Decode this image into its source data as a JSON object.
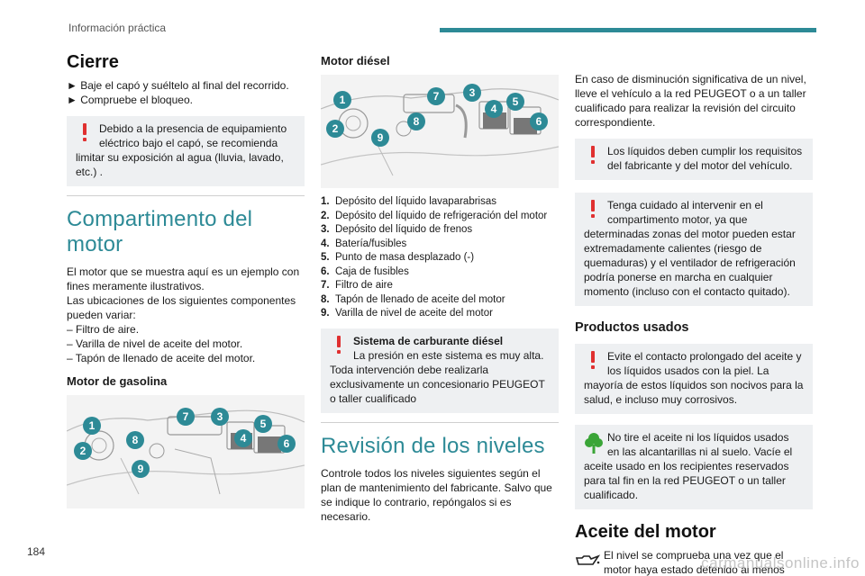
{
  "header": {
    "title": "Información práctica"
  },
  "page_number": "184",
  "watermark": "carmanualsonline.info",
  "col1": {
    "heading": "Cierre",
    "bullets": [
      "► Baje el capó y suéltelo al final del recorrido.",
      "► Compruebe el bloqueo."
    ],
    "warning": {
      "line1": "Debido a la presencia de equipamiento",
      "rest": "eléctrico bajo el capó, se recomienda limitar su exposición al agua (lluvia, lavado, etc.) ."
    },
    "section_title": "Compartimento del motor",
    "intro": [
      "El motor que se muestra aquí es un ejemplo con fines meramente ilustrativos.",
      "Las ubicaciones de los siguientes componentes pueden variar:",
      "– Filtro de aire.",
      "– Varilla de nivel de aceite del motor.",
      "– Tapón de llenado de aceite del motor."
    ],
    "subheading": "Motor de gasolina"
  },
  "col2": {
    "subheading": "Motor diésel",
    "legend": [
      {
        "n": "1.",
        "text": "Depósito del líquido lavaparabrisas"
      },
      {
        "n": "2.",
        "text": "Depósito del líquido de refrigeración del motor"
      },
      {
        "n": "3.",
        "text": "Depósito del líquido de frenos"
      },
      {
        "n": "4.",
        "text": "Batería/fusibles"
      },
      {
        "n": "5.",
        "text": "Punto de masa desplazado (-)"
      },
      {
        "n": "6.",
        "text": "Caja de fusibles"
      },
      {
        "n": "7.",
        "text": "Filtro de aire"
      },
      {
        "n": "8.",
        "text": "Tapón de llenado de aceite del motor"
      },
      {
        "n": "9.",
        "text": "Varilla de nivel de aceite del motor"
      }
    ],
    "warning": {
      "title": "Sistema de carburante diésel",
      "line1": "La presión en este sistema es muy alta.",
      "rest": "Toda intervención debe realizarla exclusivamente un concesionario PEUGEOT o taller cualificado"
    },
    "section_title": "Revisión de los niveles",
    "body": "Controle todos los niveles siguientes según el plan de mantenimiento del fabricante. Salvo que se indique lo contrario, repóngalos si es necesario."
  },
  "col3": {
    "intro": "En caso de disminución significativa de un nivel, lleve el vehículo a la red PEUGEOT o a un taller cualificado para realizar la revisión del circuito correspondiente.",
    "warning1": "Los líquidos deben cumplir los requisitos del fabricante y del motor del vehículo.",
    "warning2": {
      "line1": "Tenga cuidado al intervenir en el",
      "rest": "compartimento motor, ya que determinadas zonas del motor pueden estar extremadamente calientes (riesgo de quemaduras) y el ventilador de refrigeración podría ponerse en marcha en cualquier momento (incluso con el contacto quitado)."
    },
    "products_heading": "Productos usados",
    "warning3": {
      "line1": "Evite el contacto prolongado del aceite y",
      "rest": "los líquidos usados con la piel. La mayoría de estos líquidos son nocivos para la salud, e incluso muy corrosivos."
    },
    "eco_note": {
      "line1": "No tire el aceite ni los líquidos usados",
      "rest": "en las alcantarillas ni al suelo. Vacíe el aceite usado en los recipientes reservados para tal fin en la red PEUGEOT o un taller cualificado."
    },
    "oil_heading": "Aceite del motor",
    "oil_text": "El nivel se comprueba una vez que el motor haya estado detenido al menos"
  },
  "callouts": [
    "1",
    "2",
    "3",
    "4",
    "5",
    "6",
    "7",
    "8",
    "9"
  ],
  "colors": {
    "accent": "#2d8a96",
    "warning": "#e03030",
    "eco": "#3aa537",
    "note_bg": "#eef0f2"
  }
}
